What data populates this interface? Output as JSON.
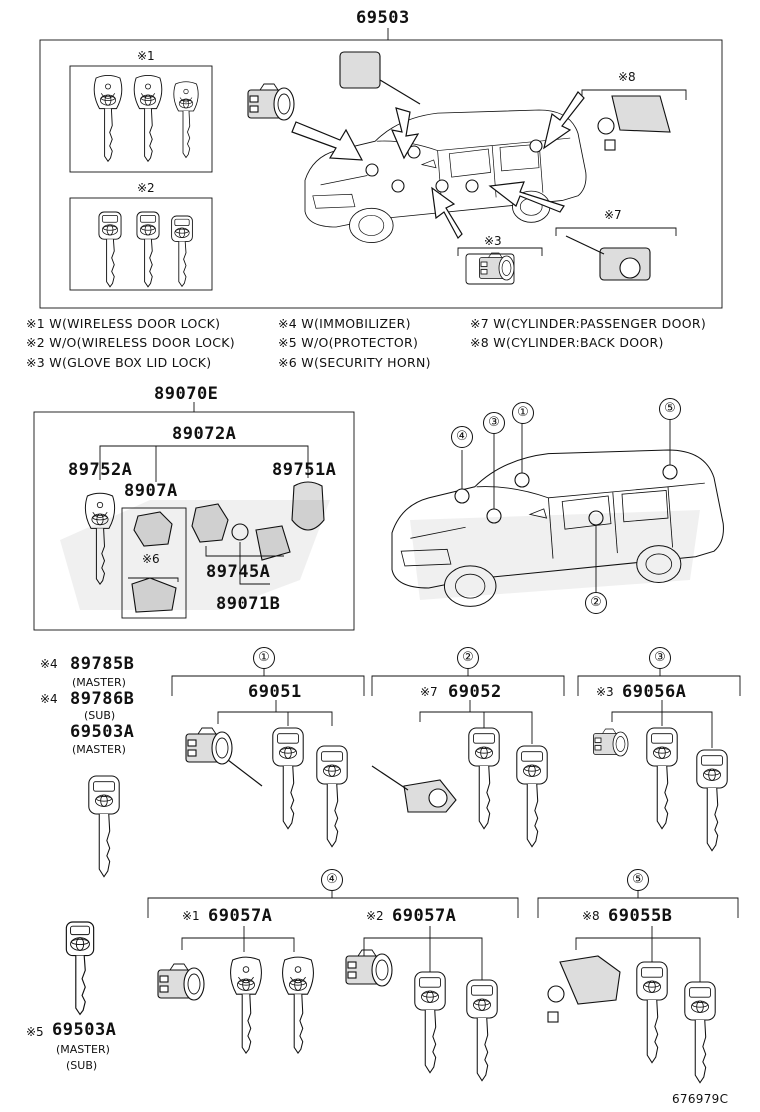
{
  "top": {
    "assembly_number": "69503",
    "marks": {
      "m1": "※1",
      "m2": "※2",
      "m3": "※3",
      "m7": "※7",
      "m8": "※8"
    }
  },
  "notes": {
    "n1": "※1 W(WIRELESS DOOR LOCK)",
    "n2": "※2 W/O(WIRELESS DOOR LOCK)",
    "n3": "※3 W(GLOVE BOX LID LOCK)",
    "n4": "※4 W(IMMOBILIZER)",
    "n5": "※5 W/O(PROTECTOR)",
    "n6": "※6 W(SECURITY HORN)",
    "n7": "※7 W(CYLINDER:PASSENGER DOOR)",
    "n8": "※8 W(CYLINDER:BACK DOOR)"
  },
  "transmitter": {
    "assembly": "89070E",
    "sub": "89072A",
    "left": "89752A",
    "right": "89751A",
    "center": "8907A",
    "m6": "※6",
    "battery": "89745A",
    "case": "89071B"
  },
  "car_callouts": [
    "①",
    "②",
    "③",
    "④",
    "⑤"
  ],
  "left_column": {
    "m4a": "※4",
    "p1": "89785B",
    "p1_note": "(MASTER)",
    "m4b": "※4",
    "p2": "89786B",
    "p2_note": "(SUB)",
    "p3": "69503A",
    "p3_note": "(MASTER)",
    "m5": "※5",
    "p4": "69503A",
    "p4_note1": "(MASTER)",
    "p4_note2": "(SUB)"
  },
  "groups": {
    "g1": {
      "circle": "①",
      "part": "69051"
    },
    "g2": {
      "circle": "②",
      "mark": "※7",
      "part": "69052"
    },
    "g3": {
      "circle": "③",
      "mark": "※3",
      "part": "69056A"
    },
    "g4": {
      "circle": "④",
      "mark_a": "※1",
      "part_a": "69057A",
      "mark_b": "※2",
      "part_b": "69057A"
    },
    "g5": {
      "circle": "⑤",
      "mark": "※8",
      "part": "69055B"
    }
  },
  "figure_id": "676979C"
}
